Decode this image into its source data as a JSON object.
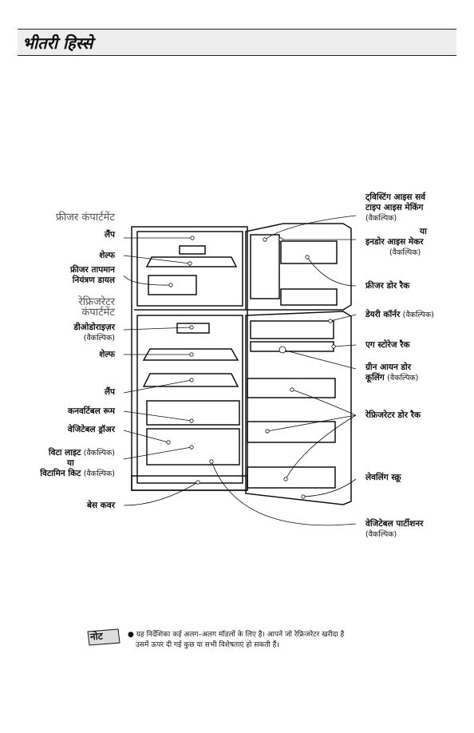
{
  "header": {
    "title": "भीतरी हिस्से"
  },
  "freezer_heading": "फ्रीजर कंपार्टमेंट",
  "fridge_heading": [
    "रेफ्रिजरेटर",
    "कंपार्टमेंट"
  ],
  "left_labels": {
    "lamp1": "लैंप",
    "shelf1": "शेल्फ",
    "freezer_dial": [
      "फ्रीजर तापमान",
      "नियंत्रण डायल"
    ],
    "deodorizer": "डीओडोराइज़र",
    "deodorizer_opt": "(वैकल्पिक)",
    "shelf2": "शेल्फ",
    "lamp2": "लैंप",
    "convertible": "कनवर्टिबल रूम",
    "veg_drawer": "वेजिटेबल ड्रॉअर",
    "vita_light": "विटा लाइट",
    "vita_opt": "(वैकल्पिक)",
    "ya": "या",
    "vitamin_kit": "विटामिन किट",
    "vitamin_opt": "(वैकल्पिक)",
    "base_cover": "बेस कवर"
  },
  "right_labels": {
    "twisting": [
      "ट्विस्टिंग आइस सर्व",
      "टाइप आइस मेकिंग"
    ],
    "twisting_opt": "(वैकल्पिक)",
    "ya": "या",
    "indoor_ice": "इनडोर आइस मेकर",
    "indoor_opt": "(वैकल्पिक)",
    "freezer_rack": "फ्रीजर डोर रैक",
    "dairy": "डेयरी कॉर्नर",
    "dairy_opt": "(वैकल्पिक)",
    "egg": "एग स्टोरेज रैक",
    "green_ion": "ग्रीन आयन डोर",
    "cooling": "कूलिंग",
    "cooling_opt": "(वैकल्पिक)",
    "fridge_rack": "रेफ्रिजरेटर डोर रैक",
    "leveling": "लेवलिंग स्क्रू",
    "veg_partition": "वेजिटेबल पार्टीशनर",
    "veg_partition_opt": "(वैकल्पिक)"
  },
  "note": {
    "badge": "नोट",
    "line1": "● यह निर्देशिका कई अलग–अलग मॉडलों के लिए है। आपने जो रेफ्रिजरेटर खरीदा है",
    "line2": "उसमें ऊपर दी गई कुछ या सभी विशेषताएं हो सकती हैं।"
  }
}
